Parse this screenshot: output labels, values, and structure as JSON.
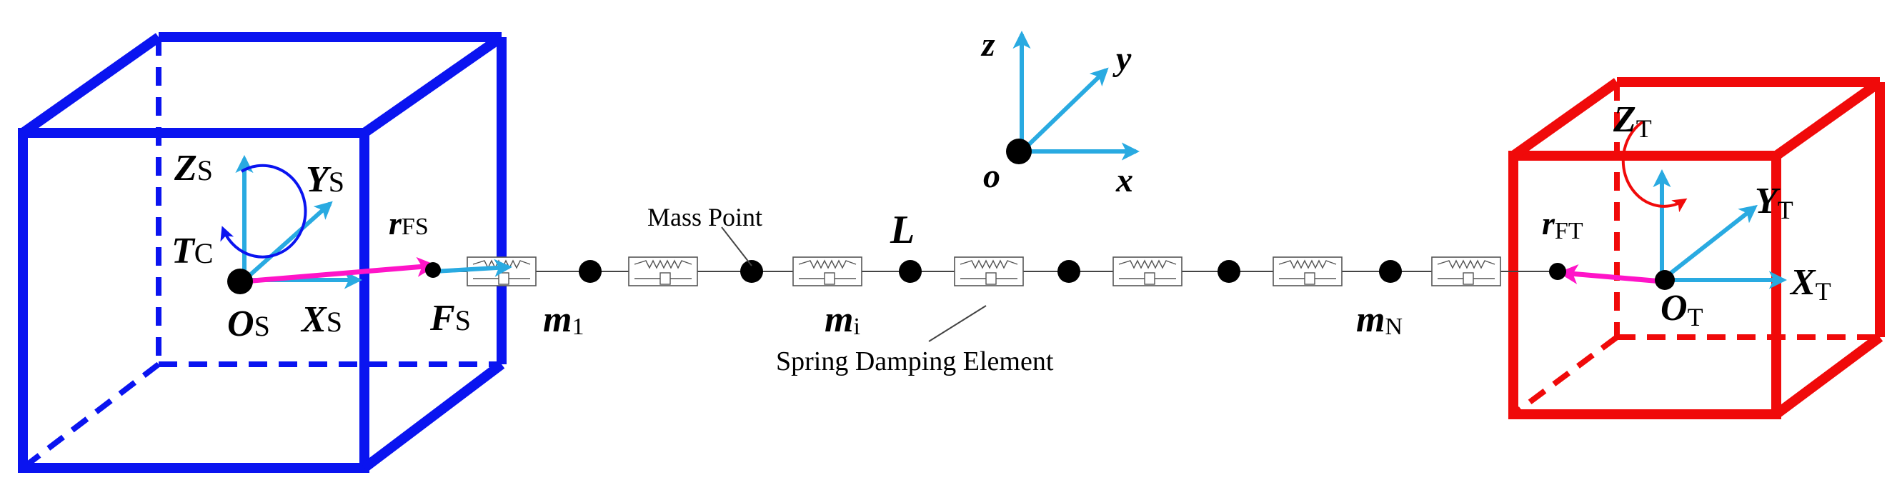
{
  "colors": {
    "source_box": "#0a14f0",
    "target_box": "#f00a0a",
    "axis": "#29aae1",
    "vector": "#ff14c8",
    "ink": "#000000",
    "line": "#444444"
  },
  "global_axes": {
    "z": "z",
    "y": "y",
    "x": "x",
    "origin": "o"
  },
  "source": {
    "z_main": "Z",
    "z_sub": "S",
    "y_main": "Y",
    "y_sub": "S",
    "x_main": "X",
    "x_sub": "S",
    "o_main": "O",
    "o_sub": "S",
    "torque_main": "T",
    "torque_sub": "C",
    "r_main": "r",
    "r_sub": "FS",
    "f_main": "F",
    "f_sub": "S"
  },
  "target": {
    "z_main": "Z",
    "z_sub": "T",
    "y_main": "Y",
    "y_sub": "T",
    "x_main": "X",
    "x_sub": "T",
    "o_main": "O",
    "o_sub": "T",
    "r_main": "r",
    "r_sub": "FT"
  },
  "tether": {
    "mass_point_label": "Mass Point",
    "length_label": "L",
    "spring_damping_label": "Spring Damping Element",
    "m1_main": "m",
    "m1_sub": "1",
    "mi_main": "m",
    "mi_sub": "i",
    "mn_main": "m",
    "mn_sub": "N"
  }
}
